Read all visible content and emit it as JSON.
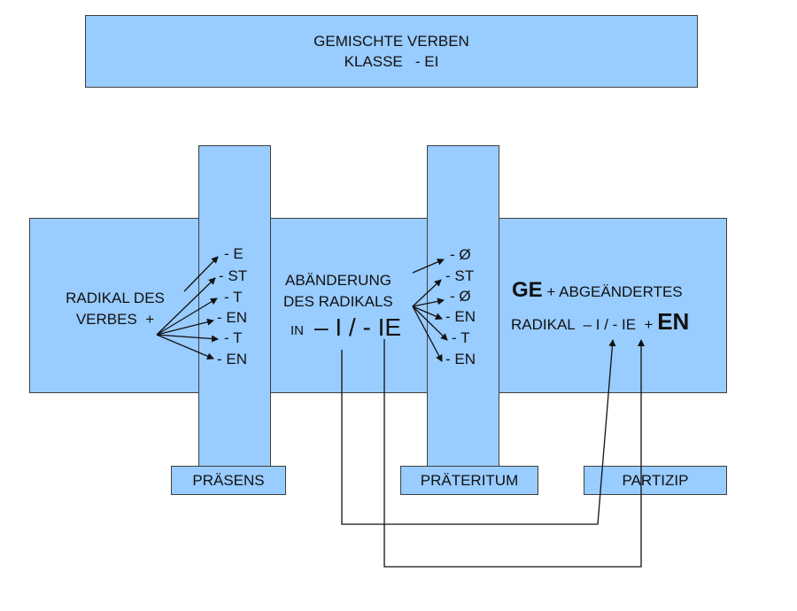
{
  "title": {
    "line1": "GEMISCHTE VERBEN",
    "line2": "KLASSE   - EI"
  },
  "left": {
    "line1": "RADIKAL DES",
    "line2": "VERBES  +"
  },
  "praesens_endings": [
    "- E",
    "- ST",
    "- T",
    "- EN",
    "- T",
    "- EN"
  ],
  "middle": {
    "line1": "ABÄNDERUNG",
    "line2": "DES RADIKALS",
    "in": "IN",
    "change": "– I / - IE"
  },
  "praeteritum_endings": [
    "- Ø",
    "- ST",
    "- Ø",
    "- EN",
    "- T",
    "- EN"
  ],
  "partizip": {
    "ge": "GE",
    "rest1": "+ ABGEÄNDERTES",
    "radikal": "RADIKAL  – I / - IE  +",
    "en": "EN"
  },
  "labels": {
    "praesens": "PRÄSENS",
    "praeteritum": "PRÄTERITUM",
    "partizip": "PARTIZIP"
  },
  "colors": {
    "box_fill": "#99ccff",
    "border": "#3f3f3f"
  }
}
